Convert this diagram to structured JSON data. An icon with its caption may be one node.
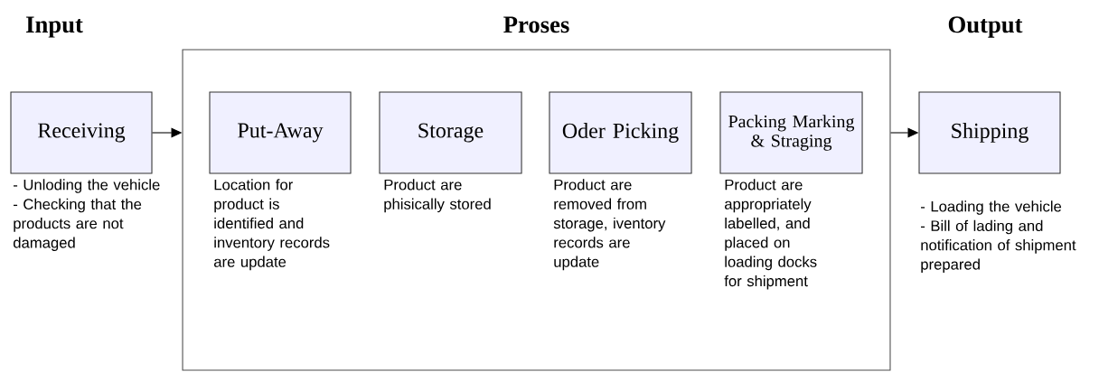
{
  "diagram": {
    "nodes": [
      {
        "text": [
          "Receiving"
        ],
        "beside": [
          "- Unloding the vehicle",
          "- Checking that the products are not damaged"
        ]
      },
      {
        "text": [
          "Proses"
        ]
      },
      {
        "text": [
          "Put-Away"
        ],
        "in": 1,
        "beside": [
          "Location for product is identified and inventory records are update"
        ]
      },
      {
        "text": [
          "Storage"
        ],
        "in": 1,
        "beside": [
          "Product are phisically stored"
        ]
      },
      {
        "text": [
          "Oder Picking"
        ],
        "in": 1,
        "beside": [
          "Product are removed from storage, iventory records are update"
        ]
      },
      {
        "text": [
          "Packing Marking & Straging"
        ],
        "in": 1,
        "beside": [
          "Product are appropriately labelled, and placed on loading docks for shipment"
        ]
      },
      {
        "text": [
          "Shipping"
        ],
        "beside": [
          "- Loading the vehicle",
          "- Bill of lading and notification of shipment prepared"
        ]
      }
    ],
    "edges": [
      {
        "from": 0,
        "to": 1,
        "arrow": "to"
      },
      {
        "from": 1,
        "to": 6,
        "arrow": "to"
      }
    ],
    "labels": [
      "Input",
      "Output"
    ]
  }
}
